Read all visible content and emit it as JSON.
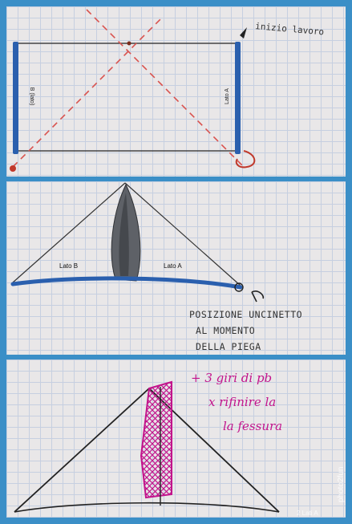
{
  "panel1": {
    "note_start": "inizio lavoro",
    "side_b": "B (lato)",
    "side_a": "Lato A"
  },
  "panel2": {
    "label_b": "Lato B",
    "label_a": "Lato A",
    "caption_lines": [
      "POSIZIONE UNCINETTO",
      "AL MOMENTO",
      "DELLA PIEGA"
    ]
  },
  "panel3": {
    "note_lines": [
      "+ 3 giri di pb",
      "x rifinire la",
      "la fessura"
    ],
    "watermark": "photo2fun",
    "corner_text": "2 Lati A"
  },
  "colors": {
    "blue_edge": "#2a5fae",
    "dashed_red": "#d9534f",
    "pink": "#c2148c",
    "frame": "#3b8fc7"
  }
}
